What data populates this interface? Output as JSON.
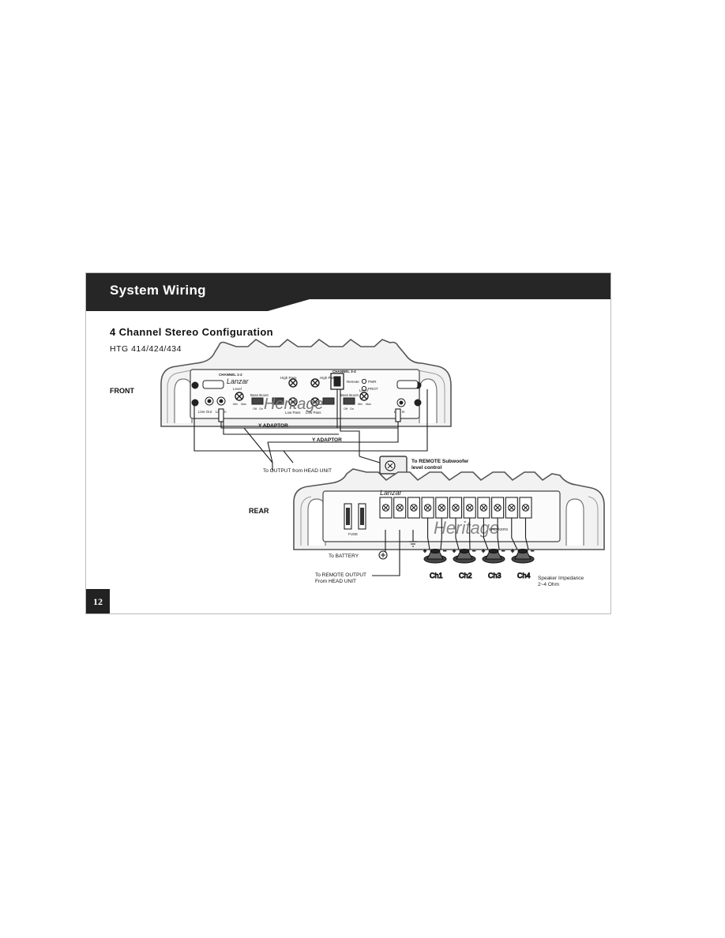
{
  "header": {
    "title": "System Wiring"
  },
  "section": {
    "title": "4 Channel Stereo Configuration",
    "models": "HTG 414/424/434"
  },
  "labels": {
    "front": "FRONT",
    "rear": "REAR"
  },
  "front_panel": {
    "channel_12": "CHANNEL 1-2",
    "channel_34": "CHANNEL 3-4",
    "brand": "Lanzar",
    "brand_script": "Heritage",
    "high_pass_1": "High Pass",
    "high_pass_2": "High Pass",
    "level_1": "Level",
    "level_2": "Level",
    "bass_boost_1": "Bass Boost",
    "bass_boost_2": "Bass Boost",
    "remote": "Remote",
    "pwr": "PWR",
    "prot": "PROT",
    "line_out": "Line Out",
    "line_in_1": "Line In",
    "line_in_2": "Line In",
    "low_pass_1": "Low Pass",
    "low_pass_2": "Low Pass",
    "min_1": "Min",
    "max_1": "Max",
    "min_2": "Min",
    "max_2": "Max",
    "off_1": "Off",
    "on_1": "On",
    "off_2": "Off",
    "on_2": "On"
  },
  "wiring": {
    "y_adaptor_1": "Y ADAPTOR",
    "y_adaptor_2": "Y ADAPTOR",
    "to_output": "To OUTPUT from HEAD UNIT",
    "to_remote_sub_1": "To REMOTE Subwoofer",
    "to_remote_sub_2": "level control",
    "to_battery": "To BATTERY",
    "to_remote_output_1": "To REMOTE OUTPUT",
    "to_remote_output_2": "From HEAD UNIT"
  },
  "rear_panel": {
    "brand": "Lanzar",
    "brand_script": "Heritage",
    "fuse": "FUSE",
    "speakers": "SPEAKERS"
  },
  "channels": [
    "Ch1",
    "Ch2",
    "Ch3",
    "Ch4"
  ],
  "impedance": {
    "line1": "Speaker Impedance",
    "line2": "2~4 Ohm"
  },
  "page_number": "12",
  "colors": {
    "band": "#262626",
    "frame": "#8a8a8a",
    "panel_fill": "#f2f2f2",
    "wire": "#1a1a1a"
  }
}
